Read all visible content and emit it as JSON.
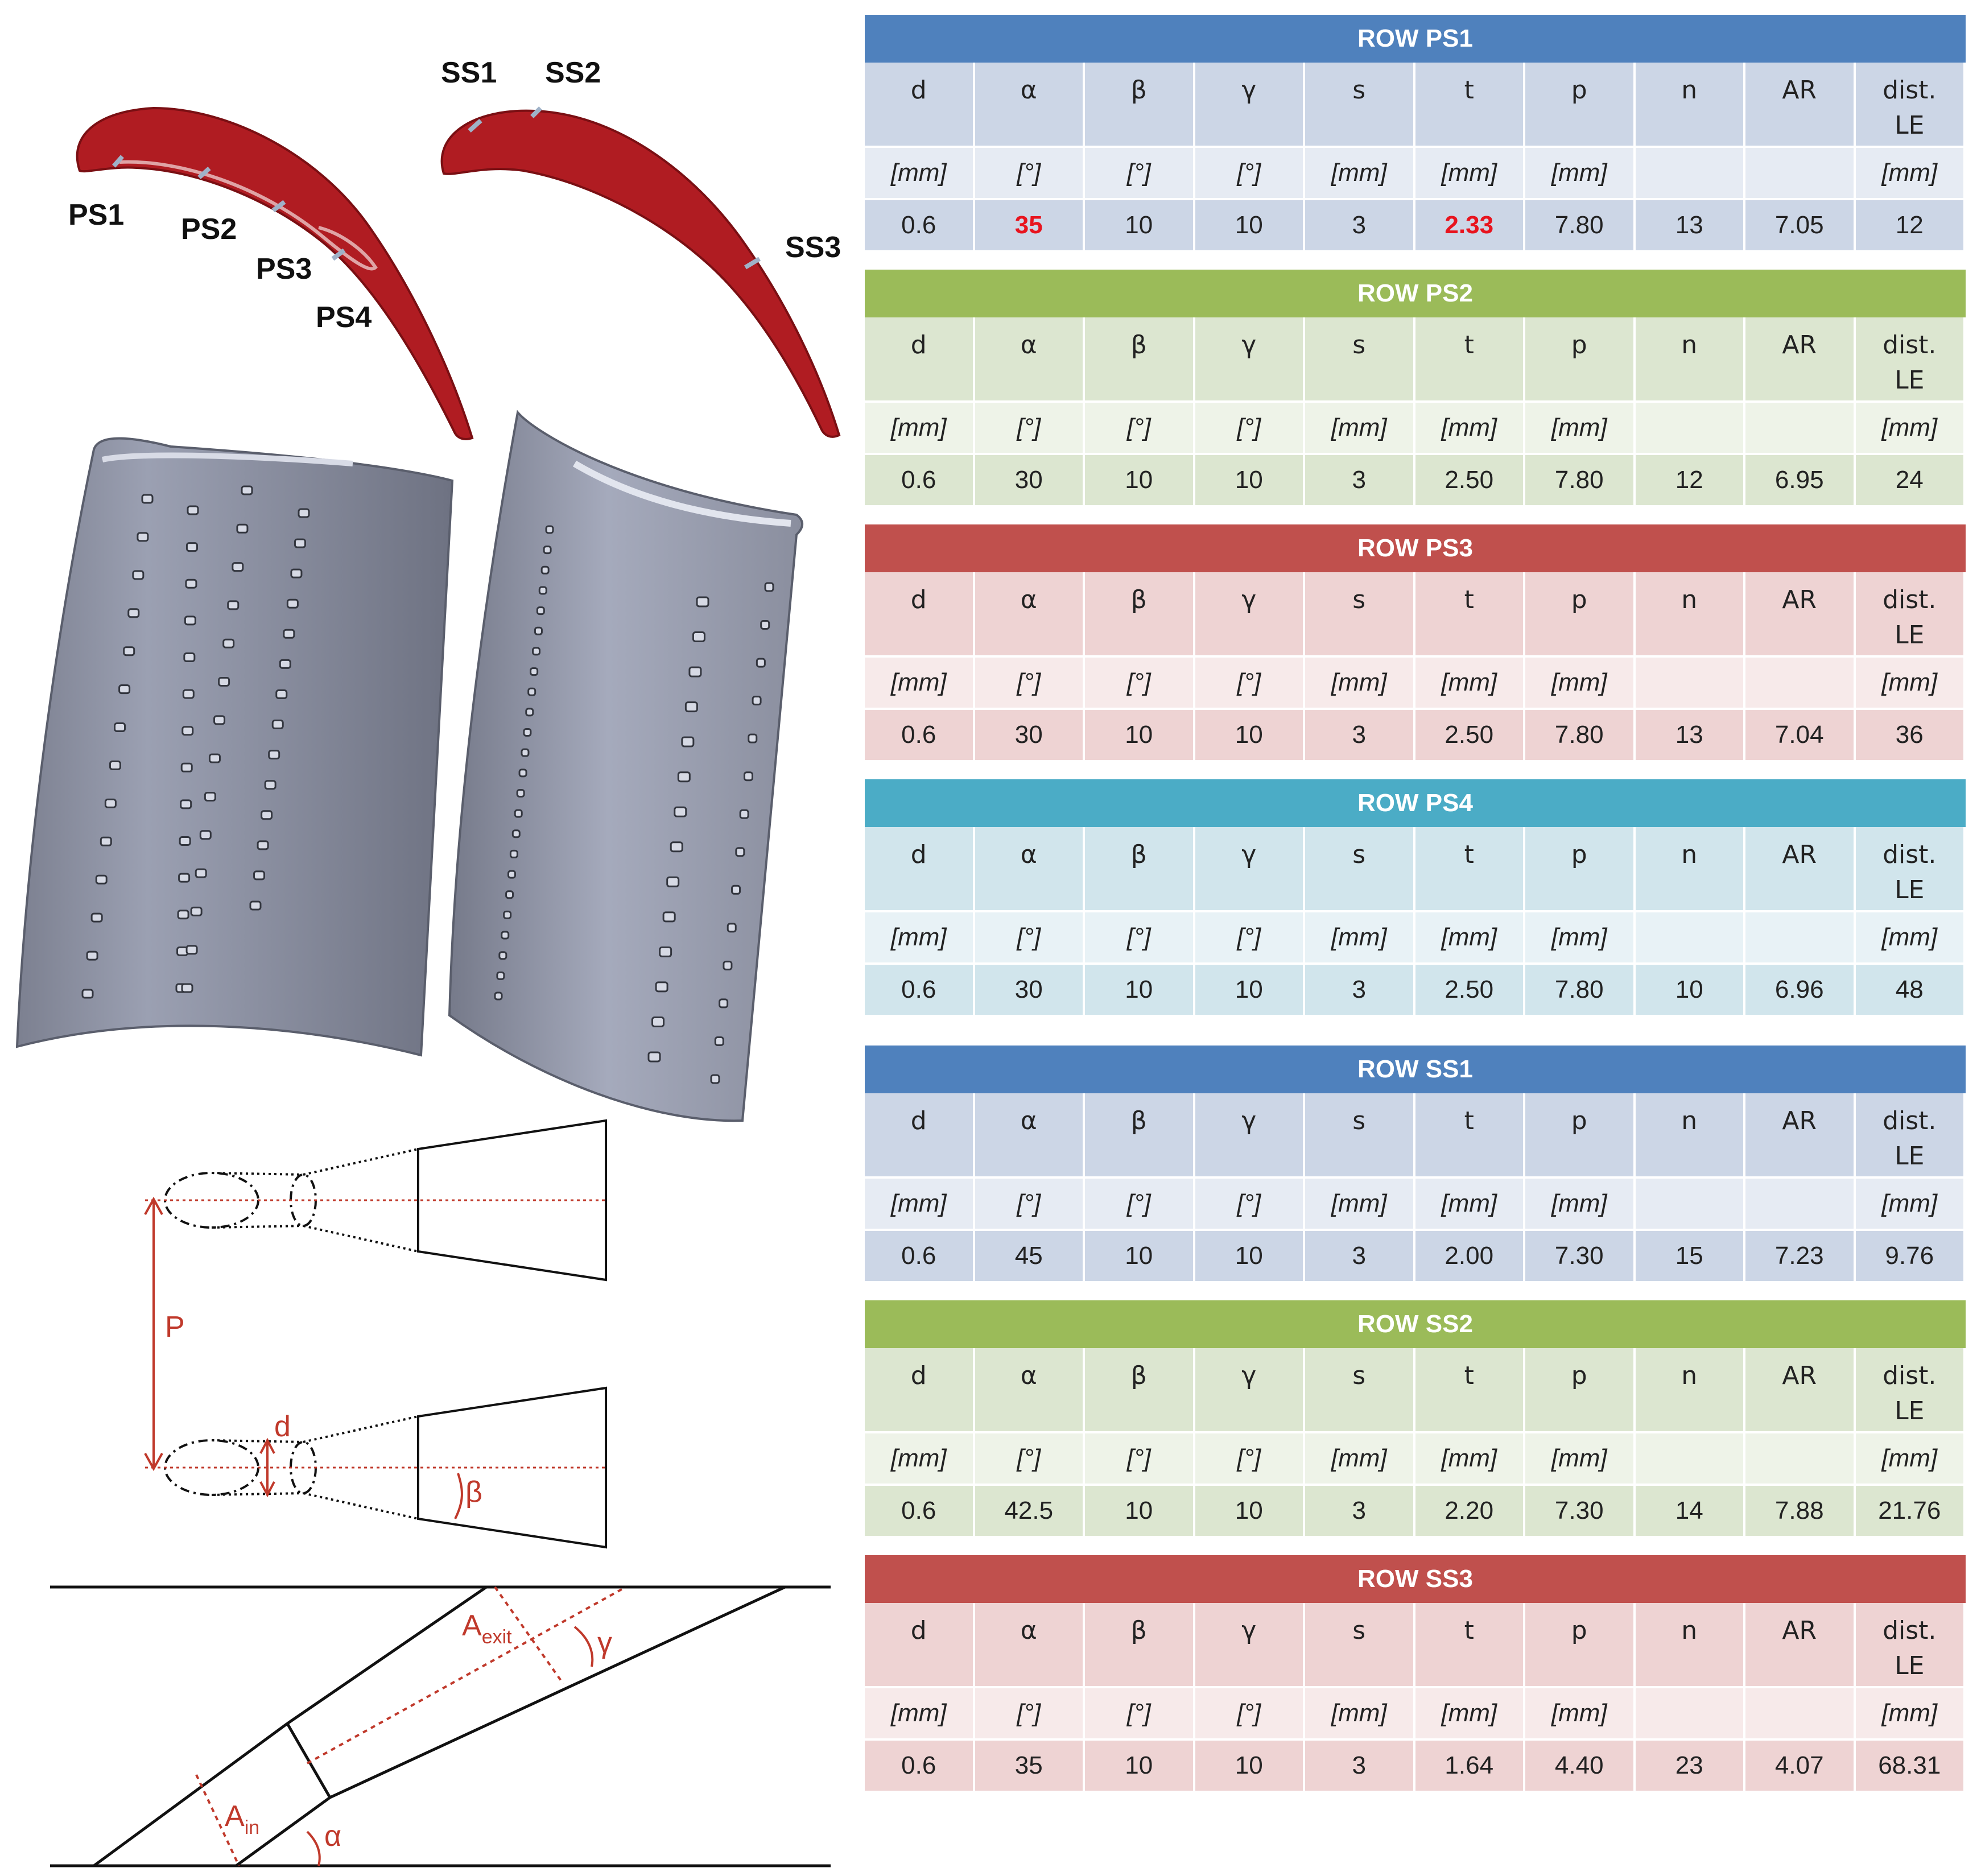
{
  "airfoil_labels": {
    "ps1": "PS1",
    "ps2": "PS2",
    "ps3": "PS3",
    "ps4": "PS4",
    "ss1": "SS1",
    "ss2": "SS2",
    "ss3": "SS3"
  },
  "diagram_labels": {
    "pitch": "P",
    "diameter": "d",
    "beta": "β",
    "gamma": "γ",
    "alpha": "α",
    "a_exit_main": "A",
    "a_exit_sub": "exit",
    "a_in_main": "A",
    "a_in_sub": "in"
  },
  "columns": [
    {
      "symbol": "d",
      "unit": "[mm]"
    },
    {
      "symbol": "α",
      "unit": "[°]"
    },
    {
      "symbol": "β",
      "unit": "[°]"
    },
    {
      "symbol": "γ",
      "unit": "[°]"
    },
    {
      "symbol": "s",
      "unit": "[mm]"
    },
    {
      "symbol": "t",
      "unit": "[mm]"
    },
    {
      "symbol": "p",
      "unit": "[mm]"
    },
    {
      "symbol": "n",
      "unit": ""
    },
    {
      "symbol": "AR",
      "unit": ""
    },
    {
      "symbol": "dist.\nLE",
      "unit": "[mm]"
    }
  ],
  "rows": [
    {
      "title": "ROW PS1",
      "header_color": "#4f81bd",
      "sym_bg": "#ccd6e6",
      "unit_bg": "#e6ebf3",
      "val_bg": "#ccd6e6",
      "values": [
        "0.6",
        "35",
        "10",
        "10",
        "3",
        "2.33",
        "7.80",
        "13",
        "7.05",
        "12"
      ],
      "highlight": [
        1,
        5
      ]
    },
    {
      "title": "ROW PS2",
      "header_color": "#9bbb59",
      "sym_bg": "#dce6d0",
      "unit_bg": "#eef3e8",
      "val_bg": "#dce6d0",
      "values": [
        "0.6",
        "30",
        "10",
        "10",
        "3",
        "2.50",
        "7.80",
        "12",
        "6.95",
        "24"
      ],
      "highlight": []
    },
    {
      "title": "ROW PS3",
      "header_color": "#c0504d",
      "sym_bg": "#eed3d3",
      "unit_bg": "#f7eaea",
      "val_bg": "#eed3d3",
      "values": [
        "0.6",
        "30",
        "10",
        "10",
        "3",
        "2.50",
        "7.80",
        "13",
        "7.04",
        "36"
      ],
      "highlight": []
    },
    {
      "title": "ROW PS4",
      "header_color": "#4bacc6",
      "sym_bg": "#d1e5ec",
      "unit_bg": "#e8f2f6",
      "val_bg": "#d1e5ec",
      "values": [
        "0.6",
        "30",
        "10",
        "10",
        "3",
        "2.50",
        "7.80",
        "10",
        "6.96",
        "48"
      ],
      "highlight": []
    },
    {
      "title": "ROW SS1",
      "header_color": "#4f81bd",
      "sym_bg": "#ccd6e6",
      "unit_bg": "#e6ebf3",
      "val_bg": "#ccd6e6",
      "values": [
        "0.6",
        "45",
        "10",
        "10",
        "3",
        "2.00",
        "7.30",
        "15",
        "7.23",
        "9.76"
      ],
      "highlight": []
    },
    {
      "title": "ROW SS2",
      "header_color": "#9bbb59",
      "sym_bg": "#dce6d0",
      "unit_bg": "#eef3e8",
      "val_bg": "#dce6d0",
      "values": [
        "0.6",
        "42.5",
        "10",
        "10",
        "3",
        "2.20",
        "7.30",
        "14",
        "7.88",
        "21.76"
      ],
      "highlight": []
    },
    {
      "title": "ROW SS3",
      "header_color": "#c0504d",
      "sym_bg": "#eed3d3",
      "unit_bg": "#f7eaea",
      "val_bg": "#eed3d3",
      "values": [
        "0.6",
        "35",
        "10",
        "10",
        "3",
        "1.64",
        "4.40",
        "23",
        "4.07",
        "68.31"
      ],
      "highlight": []
    }
  ]
}
